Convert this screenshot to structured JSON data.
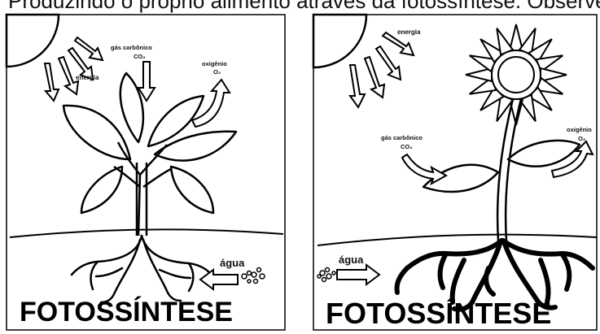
{
  "heading": "Produzindo o próprio alimento através da fotossíntese. Observe os desenhos",
  "panels": [
    {
      "title": "FOTOSSÍNTESE",
      "labels": {
        "energy": "energia",
        "co2_name": "gás carbônico",
        "co2_formula": "CO₂",
        "o2_name": "oxigênio",
        "o2_formula": "O₂",
        "water": "água"
      }
    },
    {
      "title": "FOTOSSÍNTESE",
      "labels": {
        "energy": "energia",
        "co2_name": "gás carbônico",
        "co2_formula": "CO₂",
        "o2_name": "oxigênio",
        "o2_formula": "O₂",
        "water": "água"
      }
    }
  ]
}
